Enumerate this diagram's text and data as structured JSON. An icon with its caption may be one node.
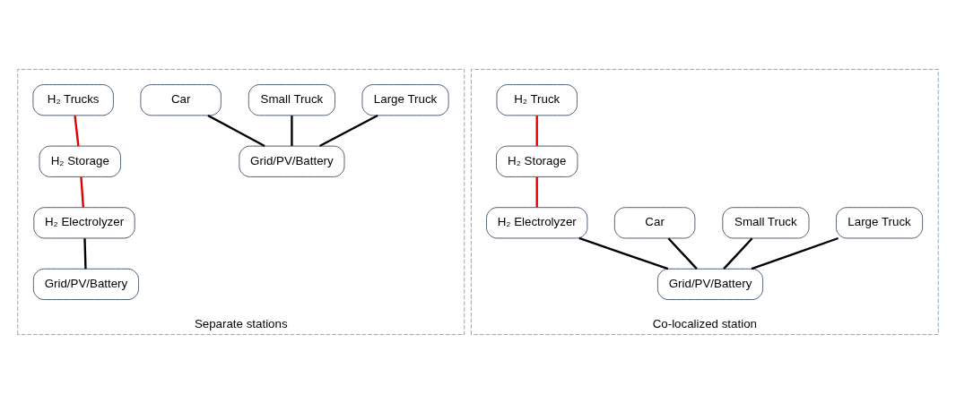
{
  "diagram": {
    "nodes": [
      {
        "text": [
          "Separate stations"
        ]
      },
      {
        "text": [
          "Large Truck"
        ],
        "in": 0
      },
      {
        "text": [
          "Small Truck"
        ],
        "in": 0
      },
      {
        "text": [
          "Car"
        ],
        "in": 0
      },
      {
        "text": [
          "Grid/PV/Battery"
        ],
        "in": 0
      },
      {
        "text": [
          "H₂ Trucks"
        ],
        "in": 0
      },
      {
        "text": [
          "H₂ Storage"
        ],
        "in": 0
      },
      {
        "text": [
          "H₂ Electrolyzer"
        ],
        "in": 0
      },
      {
        "text": [
          "Grid/PV/Battery"
        ],
        "in": 0
      },
      {
        "text": [
          "Co-localized station"
        ]
      },
      {
        "text": [
          "Large Truck"
        ],
        "in": 9
      },
      {
        "text": [
          "Small Truck"
        ],
        "in": 9
      },
      {
        "text": [
          "Car"
        ],
        "in": 9
      },
      {
        "text": [
          "H₂ Truck"
        ],
        "in": 9
      },
      {
        "text": [
          "H₂ Storage"
        ],
        "in": 9
      },
      {
        "text": [
          "H₂ Electrolyzer"
        ],
        "in": 9
      },
      {
        "text": [
          "Grid/PV/Battery"
        ],
        "in": 9
      }
    ],
    "edges": [
      {
        "from": 1,
        "to": 4,
        "arrow": "none"
      },
      {
        "from": 2,
        "to": 4,
        "arrow": "none"
      },
      {
        "from": 3,
        "to": 4,
        "arrow": "none"
      },
      {
        "from": 5,
        "to": 6,
        "arrow": "none",
        "color": "#e00000"
      },
      {
        "from": 6,
        "to": 7,
        "arrow": "none",
        "color": "#e00000"
      },
      {
        "from": 7,
        "to": 8,
        "arrow": "none"
      },
      {
        "from": 10,
        "to": 16,
        "arrow": "none"
      },
      {
        "from": 11,
        "to": 16,
        "arrow": "none"
      },
      {
        "from": 12,
        "to": 16,
        "arrow": "none"
      },
      {
        "from": 13,
        "to": 14,
        "arrow": "none",
        "color": "#e00000"
      },
      {
        "from": 14,
        "to": 15,
        "arrow": "none",
        "color": "#e00000"
      },
      {
        "from": 15,
        "to": 16,
        "arrow": "none"
      }
    ]
  }
}
